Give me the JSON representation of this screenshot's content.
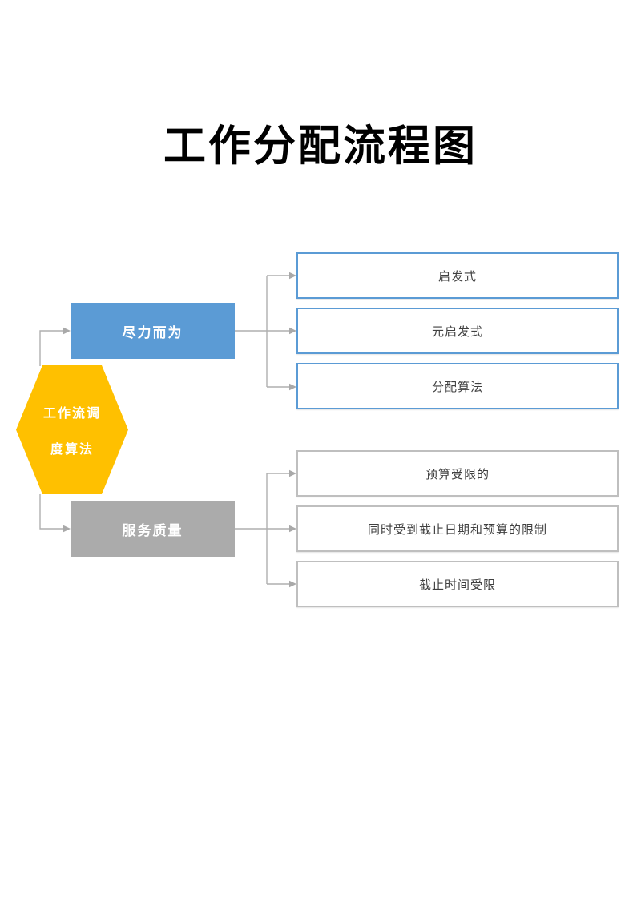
{
  "title": "工作分配流程图",
  "root": {
    "label_line1": "工作流调",
    "label_line2": "度算法"
  },
  "branches": [
    {
      "label": "尽力而为",
      "fill": "#5B9BD5",
      "children": [
        {
          "label": "启发式"
        },
        {
          "label": "元启发式"
        },
        {
          "label": "分配算法"
        }
      ]
    },
    {
      "label": "服务质量",
      "fill": "#ABABAB",
      "children": [
        {
          "label": "预算受限的"
        },
        {
          "label": "同时受到截止日期和预算的限制"
        },
        {
          "label": "截止时间受限"
        }
      ]
    }
  ],
  "colors": {
    "root_fill": "#FFC000",
    "branch_best_effort_fill": "#5B9BD5",
    "branch_service_quality_fill": "#ABABAB",
    "leaf_border_blue": "#5B9BD5",
    "leaf_border_gray": "#BFBFBF",
    "connector": "#AFAFAF",
    "title_color": "#000000",
    "leaf_text": "#404040",
    "shape_text": "#FFFFFF",
    "background": "#FFFFFF"
  }
}
